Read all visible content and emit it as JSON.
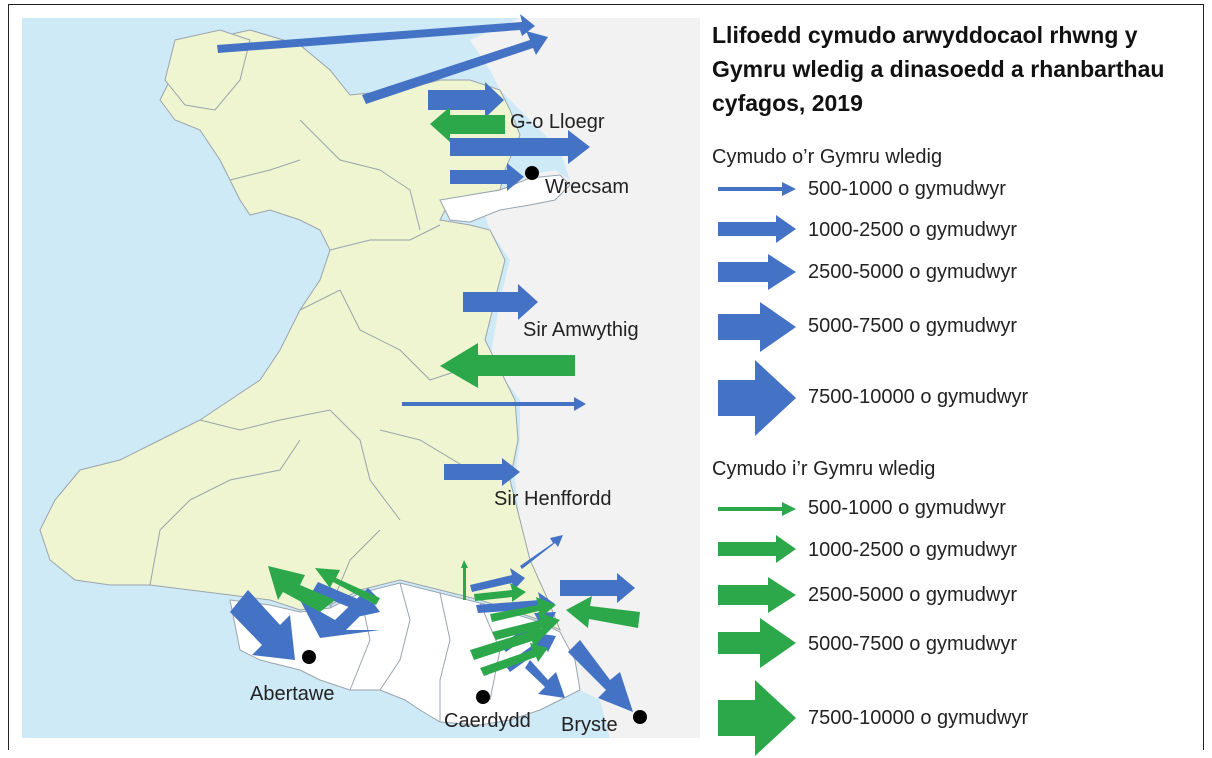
{
  "title": "Llifoedd cymudo arwyddocaol rhwng y Gymru wledig a dinasoedd a rhanbarthau cyfagos, 2019",
  "places": {
    "glannau": "G-o Lloegr",
    "wrecsam": "Wrecsam",
    "amwythig": "Sir Amwythig",
    "henffordd": "Sir Henffordd",
    "abertawe": "Abertawe",
    "caerdydd": "Caerdydd",
    "bryste": "Bryste"
  },
  "legend": {
    "outbound_title": "Cymudo o’r Gymru wledig",
    "inbound_title": "Cymudo i’r Gymru wledig",
    "bands": [
      "500-1000 o gymudwyr",
      "1000-2500 o gymudwyr",
      "2500-5000 o gymudwyr",
      "5000-7500 o gymudwyr",
      "7500-10000 o gymudwyr"
    ]
  },
  "colors": {
    "sea": "#cfeaf7",
    "rural": "#eef5d0",
    "urban": "#ffffff",
    "england": "#f2f2f2",
    "outbound": "#4472c4",
    "inbound": "#2ca84a",
    "border": "#9aa4ad"
  }
}
